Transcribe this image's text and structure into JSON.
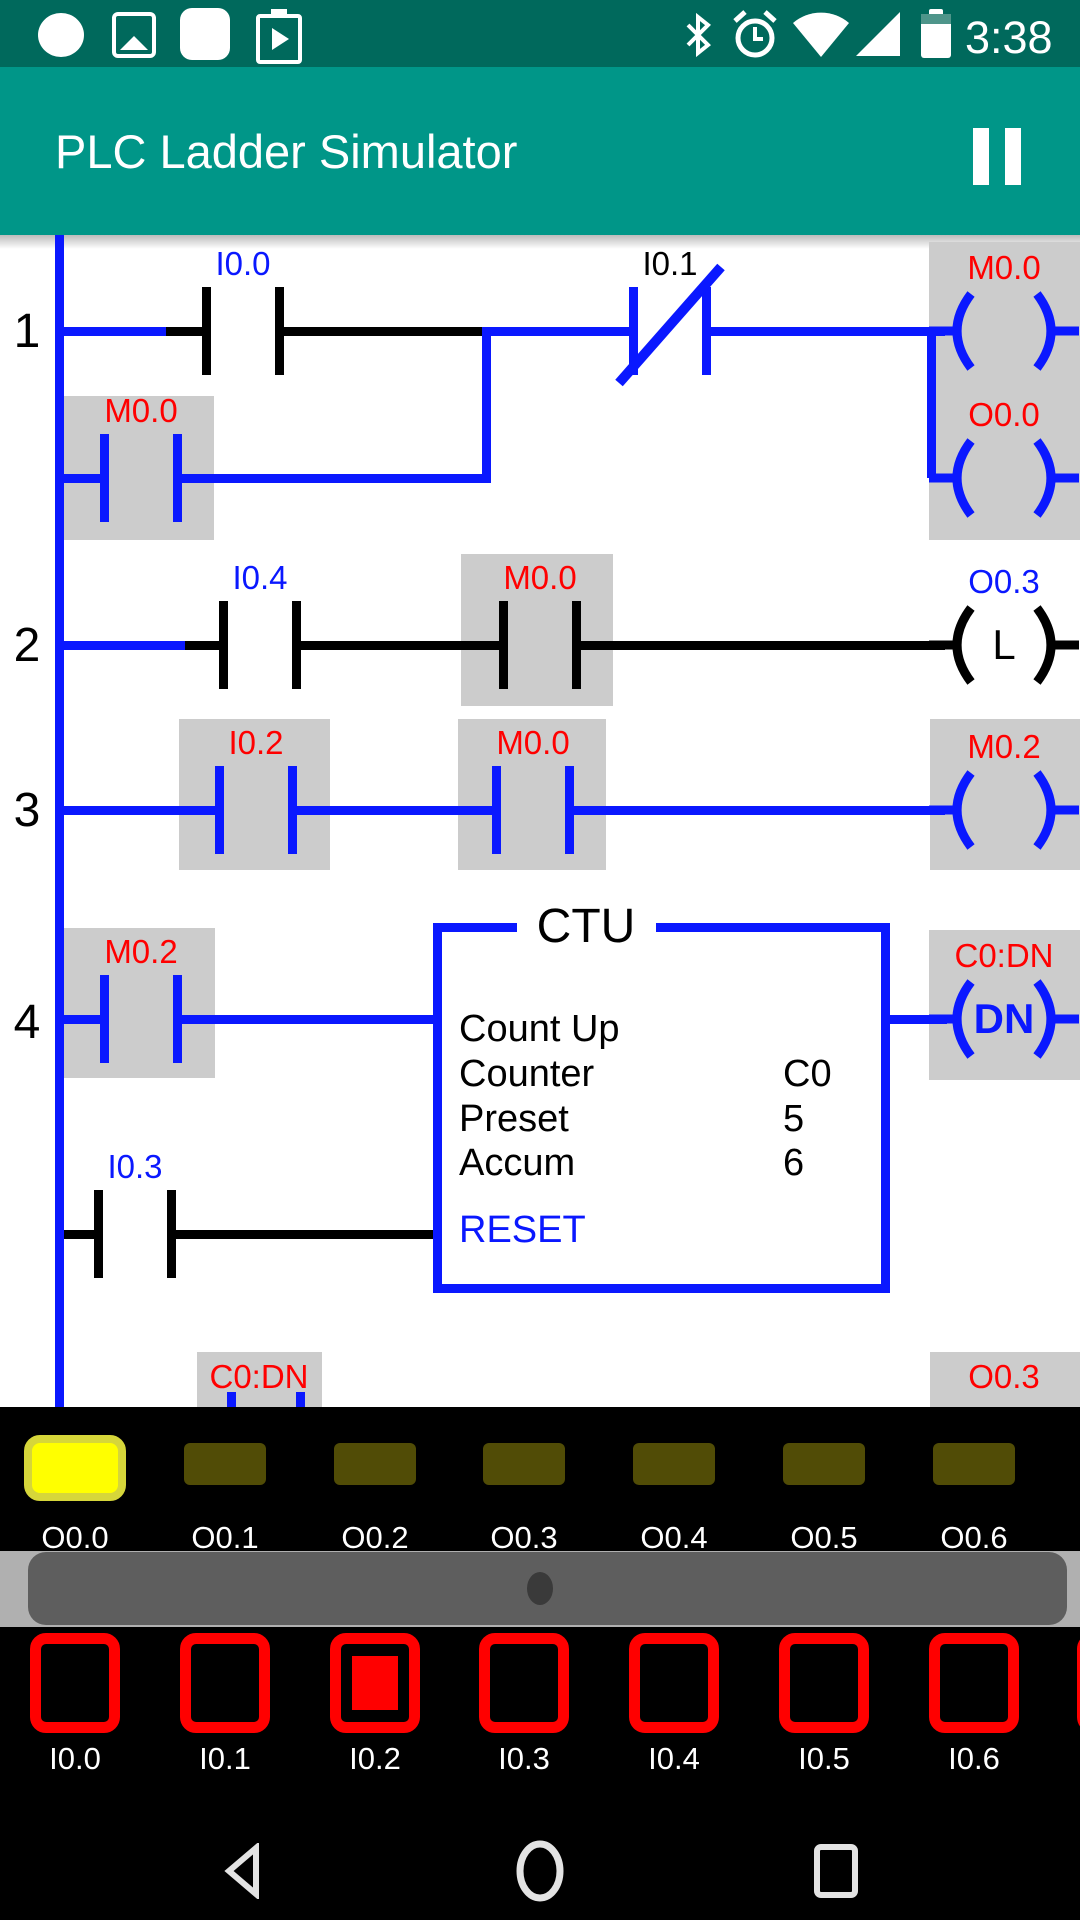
{
  "status_bar": {
    "time": "3:38",
    "left_icons": [
      "circle-icon",
      "gallery-icon",
      "screenshot-icon",
      "clipboard-play-icon"
    ],
    "right_icons": [
      "bluetooth-icon",
      "alarm-icon",
      "wifi-icon",
      "cellular-icon",
      "battery-icon"
    ]
  },
  "app_bar": {
    "title": "PLC Ladder Simulator",
    "pause_icon": "pause-icon"
  },
  "ladder": {
    "rung_numbers": [
      "1",
      "2",
      "3",
      "4"
    ],
    "rung1": {
      "contact_no": "I0.0",
      "contact_nc": "I0.1",
      "coil": "M0.0",
      "branch_contact": "M0.0",
      "branch_coil": "O0.0"
    },
    "rung2": {
      "contact1": "I0.4",
      "contact2": "M0.0",
      "coil": "O0.3",
      "coil_symbol": "L"
    },
    "rung3": {
      "contact1": "I0.2",
      "contact2": "M0.0",
      "coil": "M0.2"
    },
    "rung4": {
      "contact1": "M0.2",
      "coil": "C0:DN",
      "coil_symbol": "DN",
      "reset_contact": "I0.3",
      "ctu": {
        "title": "CTU",
        "rows": [
          {
            "label": "Count Up",
            "value": ""
          },
          {
            "label": "Counter",
            "value": "C0"
          },
          {
            "label": "Preset",
            "value": "5"
          },
          {
            "label": "Accum",
            "value": "6"
          }
        ],
        "reset_label": "RESET"
      }
    },
    "rung5": {
      "contact": "C0:DN",
      "coil": "O0.3"
    }
  },
  "outputs": {
    "items": [
      {
        "label": "O0.0",
        "on": true
      },
      {
        "label": "O0.1",
        "on": false
      },
      {
        "label": "O0.2",
        "on": false
      },
      {
        "label": "O0.3",
        "on": false
      },
      {
        "label": "O0.4",
        "on": false
      },
      {
        "label": "O0.5",
        "on": false
      },
      {
        "label": "O0.6",
        "on": false
      }
    ]
  },
  "inputs": {
    "items": [
      {
        "label": "I0.0",
        "on": false
      },
      {
        "label": "I0.1",
        "on": false
      },
      {
        "label": "I0.2",
        "on": true
      },
      {
        "label": "I0.3",
        "on": false
      },
      {
        "label": "I0.4",
        "on": false
      },
      {
        "label": "I0.5",
        "on": false
      },
      {
        "label": "I0.6",
        "on": false
      }
    ]
  },
  "nav_bar": {
    "icons": [
      "back-icon",
      "home-icon",
      "recents-icon"
    ]
  },
  "colors": {
    "status_bar": "#00695c",
    "app_bar": "#009688",
    "wire_blue": "#0a18ff",
    "label_red": "#ff0000",
    "highlight_gray": "#cccccc",
    "led_on": "#ffff00",
    "led_off": "#514c06",
    "button_red": "#ff0000",
    "panel_black": "#000000"
  }
}
